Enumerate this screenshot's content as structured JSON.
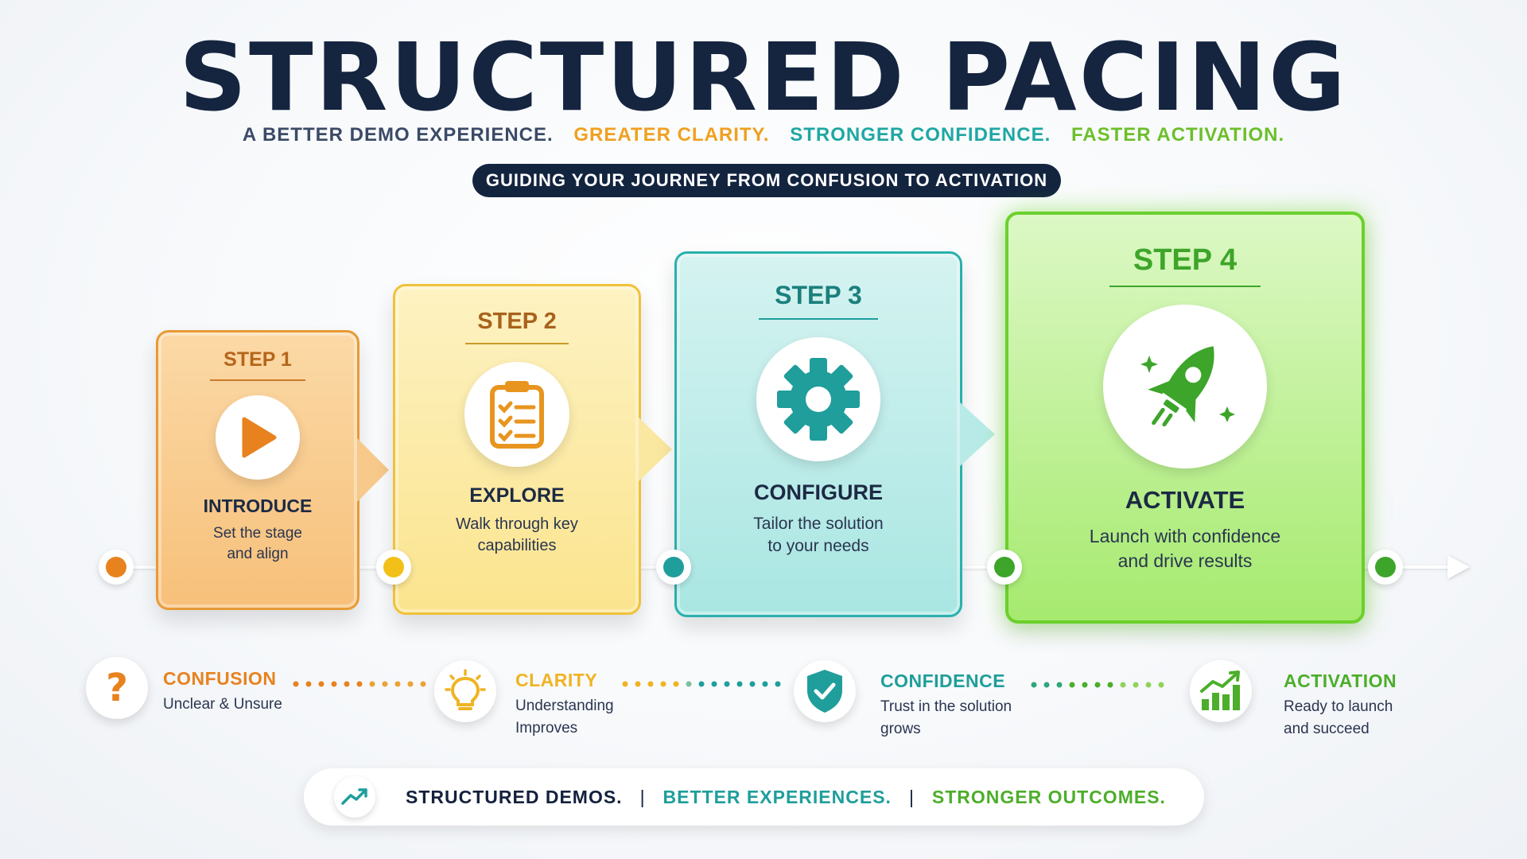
{
  "title": "STRUCTURED PACING",
  "subtitle": [
    {
      "text": "A BETTER DEMO EXPERIENCE.",
      "color": "#3b4a66"
    },
    {
      "text": "GREATER CLARITY.",
      "color": "#f0a020"
    },
    {
      "text": "STRONGER CONFIDENCE.",
      "color": "#1fa7a3"
    },
    {
      "text": "FASTER ACTIVATION.",
      "color": "#6cbf2a"
    }
  ],
  "banner": "GUIDING YOUR JOURNEY FROM CONFUSION TO ACTIVATION",
  "steps": [
    {
      "step": "STEP 1",
      "name": "INTRODUCE",
      "desc_line1": "Set the stage",
      "desc_line2": "and align",
      "icon": "play-icon",
      "accent": "#e8821f"
    },
    {
      "step": "STEP 2",
      "name": "EXPLORE",
      "desc_line1": "Walk through key",
      "desc_line2": "capabilities",
      "icon": "clipboard-checklist-icon",
      "accent": "#e8a51f"
    },
    {
      "step": "STEP 3",
      "name": "CONFIGURE",
      "desc_line1": "Tailor the solution",
      "desc_line2": "to your needs",
      "icon": "gear-icon",
      "accent": "#1f9e9b"
    },
    {
      "step": "STEP 4",
      "name": "ACTIVATE",
      "desc_line1": "Launch with confidence",
      "desc_line2": "and drive results",
      "icon": "rocket-icon",
      "accent": "#3da52a"
    }
  ],
  "stages": [
    {
      "title": "CONFUSION",
      "desc_line1": "Unclear & Unsure",
      "desc_line2": "",
      "icon": "question-mark-icon",
      "color": "#e8821f"
    },
    {
      "title": "CLARITY",
      "desc_line1": "Understanding",
      "desc_line2": "Improves",
      "icon": "lightbulb-icon",
      "color": "#f0b323"
    },
    {
      "title": "CONFIDENCE",
      "desc_line1": "Trust in the solution",
      "desc_line2": "grows",
      "icon": "shield-check-icon",
      "color": "#1f9e9b"
    },
    {
      "title": "ACTIVATION",
      "desc_line1": "Ready to launch",
      "desc_line2": "and succeed",
      "icon": "bar-chart-growth-icon",
      "color": "#4cae2a"
    }
  ],
  "bottom": {
    "icon": "trend-up-icon",
    "part1": "STRUCTURED DEMOS.",
    "part2": "BETTER EXPERIENCES.",
    "part3": "STRONGER OUTCOMES.",
    "sep": "|",
    "color1": "#14213d",
    "color2": "#1f9e9b",
    "color3": "#4cae2a"
  }
}
